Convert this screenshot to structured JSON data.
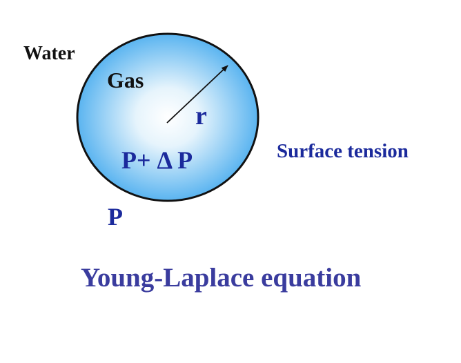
{
  "diagram": {
    "labels": {
      "water": "Water",
      "gas": "Gas",
      "radius": "r",
      "inner_pressure": "P+ Δ P",
      "outer_pressure": "P",
      "surface_tension": "Surface tension",
      "caption": "Young-Laplace equation"
    },
    "colors": {
      "bubble_fill_center": "#ffffff",
      "bubble_fill_edge": "#5ab4f0",
      "bubble_outline": "#111111",
      "black_text": "#111111",
      "blue_text": "#1b2a9c",
      "caption_text": "#3a3c9e"
    }
  }
}
